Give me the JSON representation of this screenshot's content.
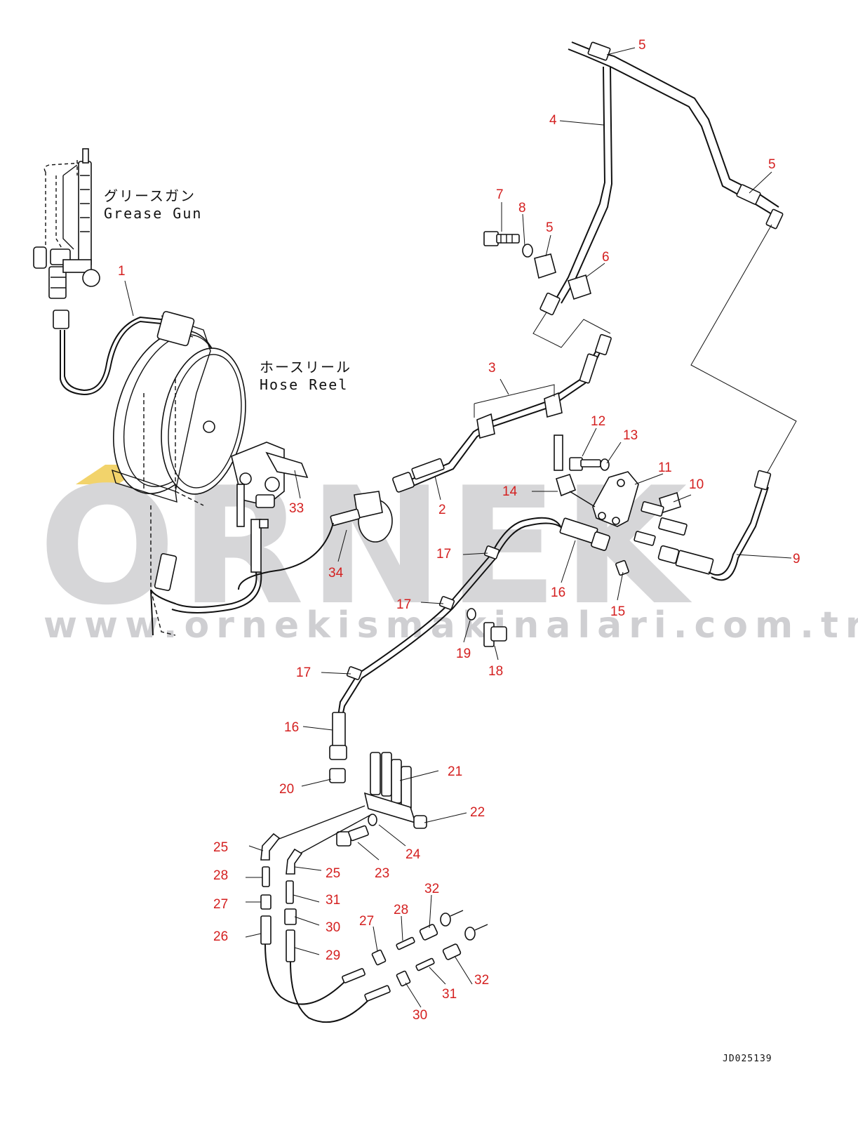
{
  "watermark": {
    "brand": "ORNEK",
    "url": "www.ornekismakinalari.com.tr"
  },
  "annotations": {
    "grease_gun_jp": "グリースガン",
    "grease_gun_en": "Grease Gun",
    "hose_reel_jp": "ホースリール",
    "hose_reel_en": "Hose Reel"
  },
  "drawing_code": "JD025139",
  "callouts": [
    {
      "id": "c5a",
      "label": "5"
    },
    {
      "id": "c4",
      "label": "4"
    },
    {
      "id": "c5b",
      "label": "5"
    },
    {
      "id": "c7",
      "label": "7"
    },
    {
      "id": "c8",
      "label": "8"
    },
    {
      "id": "c5c",
      "label": "5"
    },
    {
      "id": "c6",
      "label": "6"
    },
    {
      "id": "c1",
      "label": "1"
    },
    {
      "id": "c3",
      "label": "3"
    },
    {
      "id": "c12",
      "label": "12"
    },
    {
      "id": "c13",
      "label": "13"
    },
    {
      "id": "c11",
      "label": "11"
    },
    {
      "id": "c10",
      "label": "10"
    },
    {
      "id": "c14",
      "label": "14"
    },
    {
      "id": "c2",
      "label": "2"
    },
    {
      "id": "c33",
      "label": "33"
    },
    {
      "id": "c9",
      "label": "9"
    },
    {
      "id": "c17a",
      "label": "17"
    },
    {
      "id": "c16a",
      "label": "16"
    },
    {
      "id": "c34",
      "label": "34"
    },
    {
      "id": "c15",
      "label": "15"
    },
    {
      "id": "c17b",
      "label": "17"
    },
    {
      "id": "c19",
      "label": "19"
    },
    {
      "id": "c18",
      "label": "18"
    },
    {
      "id": "c17c",
      "label": "17"
    },
    {
      "id": "c16b",
      "label": "16"
    },
    {
      "id": "c21",
      "label": "21"
    },
    {
      "id": "c20",
      "label": "20"
    },
    {
      "id": "c22",
      "label": "22"
    },
    {
      "id": "c25a",
      "label": "25"
    },
    {
      "id": "c24",
      "label": "24"
    },
    {
      "id": "c23",
      "label": "23"
    },
    {
      "id": "c25b",
      "label": "25"
    },
    {
      "id": "c28a",
      "label": "28"
    },
    {
      "id": "c31a",
      "label": "31"
    },
    {
      "id": "c32a",
      "label": "32"
    },
    {
      "id": "c27a",
      "label": "27"
    },
    {
      "id": "c28b",
      "label": "28"
    },
    {
      "id": "c30a",
      "label": "30"
    },
    {
      "id": "c26",
      "label": "26"
    },
    {
      "id": "c27b",
      "label": "27"
    },
    {
      "id": "c29",
      "label": "29"
    },
    {
      "id": "c32b",
      "label": "32"
    },
    {
      "id": "c31b",
      "label": "31"
    },
    {
      "id": "c30b",
      "label": "30"
    }
  ]
}
